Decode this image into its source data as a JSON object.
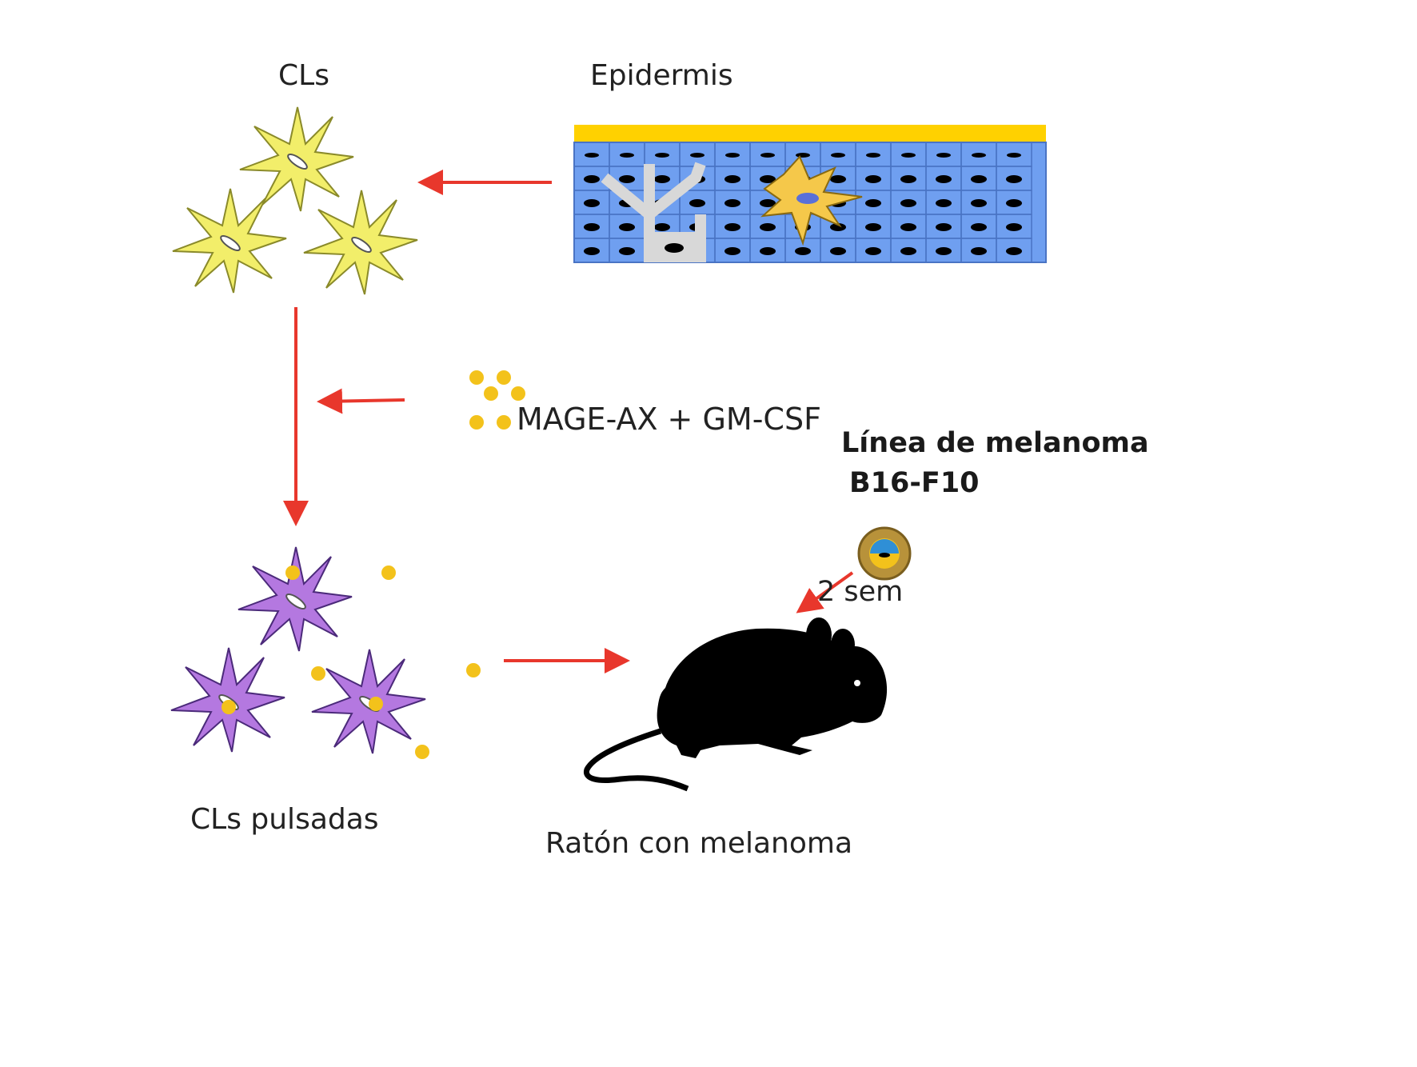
{
  "labels": {
    "cls": "CLs",
    "epidermis": "Epidermis",
    "mage": "MAGE-AX + GM-CSF",
    "melanoma_line_1": "Línea de melanoma",
    "melanoma_line_2": "B16-F10",
    "weeks": "2 sem",
    "pulsed_cls": "CLs  pulsadas",
    "mouse": "Ratón con melanoma"
  },
  "colors": {
    "arrow": "#e8372c",
    "langerhans_cell": "#f2ee6a",
    "pulsed_cell": "#b478e0",
    "antigen_dot": "#f3c21b",
    "epidermis_cell": "#6f9ff0",
    "stratum_corneum": "#ffd100",
    "mouse": "#000000",
    "tumor_outer": "#b8923a",
    "tumor_inner": "#2f8fd6"
  }
}
